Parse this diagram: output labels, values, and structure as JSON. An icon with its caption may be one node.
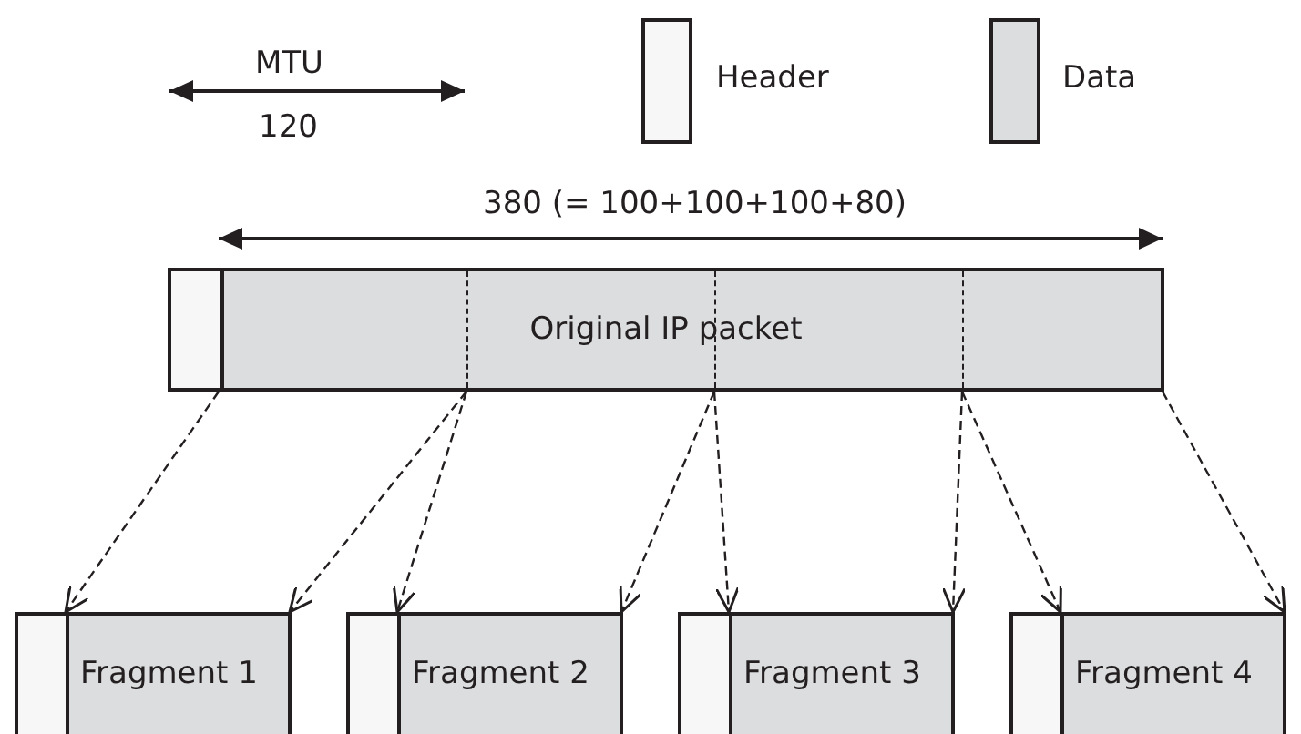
{
  "diagram": {
    "nodes": [
      {
        "text": [
          "Original IP packet"
        ]
      },
      {
        "text": [
          "Fragment 1"
        ]
      },
      {
        "text": [
          "Fragment 2"
        ]
      },
      {
        "text": [
          "Fragment 3"
        ]
      },
      {
        "text": [
          "Fragment 4"
        ]
      }
    ],
    "edges": [
      {
        "from": 0,
        "to": 1,
        "arrow": "to",
        "style": "dashed"
      },
      {
        "from": 0,
        "to": 1,
        "arrow": "to",
        "style": "dashed"
      },
      {
        "from": 0,
        "to": 2,
        "arrow": "to",
        "style": "dashed"
      },
      {
        "from": 0,
        "to": 2,
        "arrow": "to",
        "style": "dashed"
      },
      {
        "from": 0,
        "to": 3,
        "arrow": "to",
        "style": "dashed"
      },
      {
        "from": 0,
        "to": 3,
        "arrow": "to",
        "style": "dashed"
      },
      {
        "from": 0,
        "to": 4,
        "arrow": "to",
        "style": "dashed"
      },
      {
        "from": 0,
        "to": 4,
        "arrow": "to",
        "style": "dashed"
      }
    ],
    "labels": [
      "MTU",
      "120",
      "380 (= 100+100+100+80)"
    ],
    "legend": [
      {
        "text": "Header",
        "color": "#f7f7f7"
      },
      {
        "text": "Data",
        "color": "#dcdddf"
      }
    ]
  }
}
